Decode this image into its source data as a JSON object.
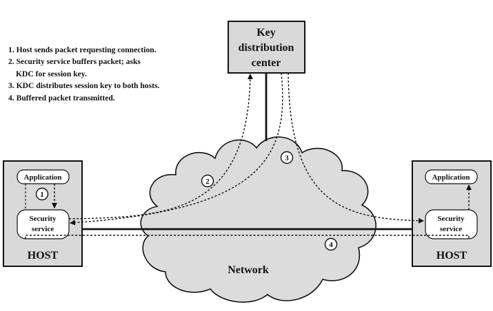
{
  "steps": [
    {
      "num": "1.",
      "line1": "Host sends packet requesting connection.",
      "line2": ""
    },
    {
      "num": "2.",
      "line1": "Security service buffers packet; asks",
      "line2": "KDC for session key."
    },
    {
      "num": "3.",
      "line1": "KDC distributes session key to both hosts.",
      "line2": ""
    },
    {
      "num": "4.",
      "line1": "Buffered packet transmitted.",
      "line2": ""
    }
  ],
  "kdc": {
    "line1": "Key",
    "line2": "distribution",
    "line3": "center"
  },
  "network_label": "Network",
  "left_host": {
    "label": "HOST",
    "application": "Application",
    "security_line1": "Security",
    "security_line2": "service"
  },
  "right_host": {
    "label": "HOST",
    "application": "Application",
    "security_line1": "Security",
    "security_line2": "service"
  },
  "step_markers": [
    "1",
    "2",
    "3",
    "4"
  ],
  "colors": {
    "box_fill": "#d9d9d9",
    "cloud_fill": "#dcdcdc",
    "stroke": "#111111",
    "background": "#ffffff"
  }
}
